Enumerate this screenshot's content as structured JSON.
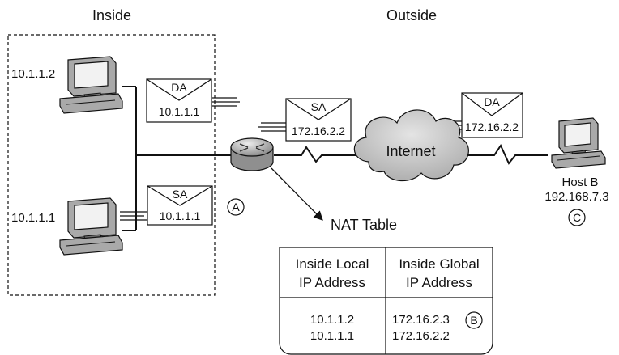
{
  "zones": {
    "inside": "Inside",
    "outside": "Outside"
  },
  "hosts": {
    "pc_top": {
      "ip": "10.1.1.2"
    },
    "pc_bottom": {
      "ip": "10.1.1.1"
    },
    "host_b": {
      "name": "Host B",
      "ip": "192.168.7.3",
      "marker": "C"
    }
  },
  "packets": {
    "inside_top": {
      "field": "DA",
      "address": "10.1.1.1"
    },
    "inside_bottom": {
      "field": "SA",
      "address": "10.1.1.1"
    },
    "outside_left": {
      "field": "SA",
      "address": "172.16.2.2"
    },
    "outside_right": {
      "field": "DA",
      "address": "172.16.2.2"
    }
  },
  "router": {
    "marker": "A"
  },
  "cloud": {
    "label": "Internet"
  },
  "nat_table": {
    "title": "NAT Table",
    "headers": [
      [
        "Inside Local",
        "IP Address"
      ],
      [
        "Inside Global",
        "IP Address"
      ]
    ],
    "rows": [
      {
        "local": "10.1.1.2",
        "global": "172.16.2.3"
      },
      {
        "local": "10.1.1.1",
        "global": "172.16.2.2"
      }
    ],
    "marker": "B"
  },
  "colors": {
    "line": "#111111",
    "pc_body": "#a9a9a9",
    "pc_dark": "#6e6e6e",
    "screen": "#f2f2f2",
    "cloud": "#cfcfcf",
    "router": "#b5b5b5"
  }
}
